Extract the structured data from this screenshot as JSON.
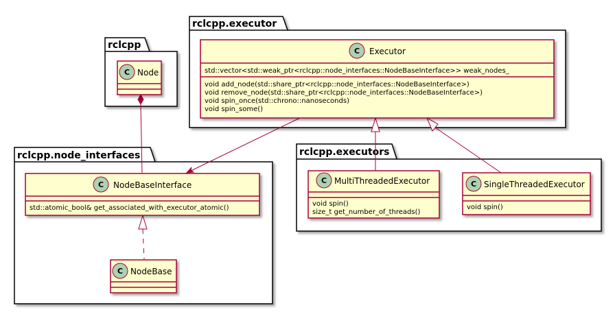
{
  "colors": {
    "class_fill": "#FEFECE",
    "class_border": "#A80036",
    "circle_fill": "#ADD1B2",
    "package_fill": "#FFFFFF",
    "line": "#A80036",
    "text": "#000000"
  },
  "packages": {
    "executor": "rclcpp.executor",
    "rclcpp": "rclcpp",
    "node_interfaces": "rclcpp.node_interfaces",
    "executors": "rclcpp.executors"
  },
  "classes": {
    "executor": {
      "stereotype": "C",
      "name": "Executor",
      "fields": [
        "std::vector<std::weak_ptr<rclcpp::node_interfaces::NodeBaseInterface>> weak_nodes_"
      ],
      "methods": [
        "void add_node(std::share_ptr<rclcpp::node_interfaces::NodeBaseInterface>)",
        "void remove_node(std::share_ptr<rclcpp::node_interfaces::NodeBaseInterface>)",
        "void spin_once(std::chrono::nanoseconds)",
        "void spin_some()"
      ]
    },
    "node": {
      "stereotype": "C",
      "name": "Node",
      "fields": [],
      "methods": []
    },
    "node_base_interface": {
      "stereotype": "C",
      "name": "NodeBaseInterface",
      "fields": [],
      "methods": [
        "std::atomic_bool& get_associated_with_executor_atomic()"
      ]
    },
    "node_base": {
      "stereotype": "C",
      "name": "NodeBase",
      "fields": [],
      "methods": []
    },
    "multi_threaded_executor": {
      "stereotype": "C",
      "name": "MultiThreadedExecutor",
      "fields": [],
      "methods": [
        "void spin()",
        "size_t get_number_of_threads()"
      ]
    },
    "single_threaded_executor": {
      "stereotype": "C",
      "name": "SingleThreadedExecutor",
      "fields": [],
      "methods": [
        "void spin()"
      ]
    }
  },
  "relations": [
    {
      "from": "Node",
      "to": "NodeBaseInterface",
      "kind": "composition"
    },
    {
      "from": "Executor",
      "to": "NodeBaseInterface",
      "kind": "association"
    },
    {
      "from": "NodeBase",
      "to": "NodeBaseInterface",
      "kind": "realization"
    },
    {
      "from": "MultiThreadedExecutor",
      "to": "Executor",
      "kind": "generalization"
    },
    {
      "from": "SingleThreadedExecutor",
      "to": "Executor",
      "kind": "generalization"
    }
  ]
}
